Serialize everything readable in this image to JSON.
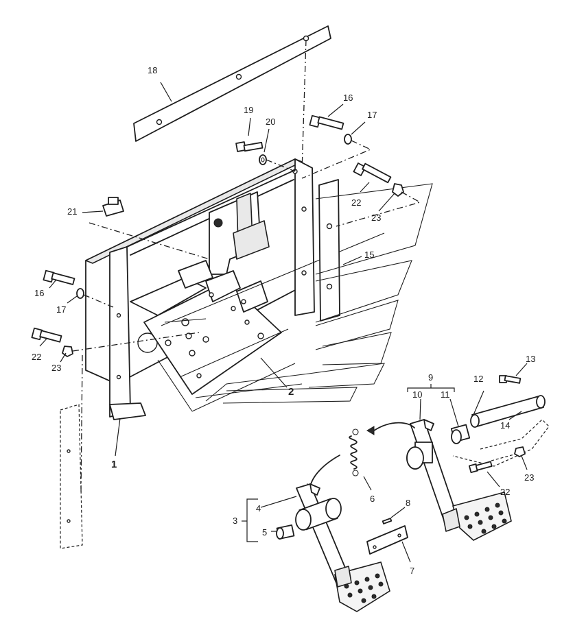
{
  "callouts": {
    "c1": "1",
    "c2": "2",
    "c3": "3",
    "c4": "4",
    "c5": "5",
    "c6": "6",
    "c7": "7",
    "c8": "8",
    "c9": "9",
    "c10": "10",
    "c11": "11",
    "c12": "12",
    "c13": "13",
    "c14": "14",
    "c15": "15",
    "c16a": "16",
    "c16b": "16",
    "c17a": "17",
    "c17b": "17",
    "c18": "18",
    "c19": "19",
    "c20": "20",
    "c21": "21",
    "c22a": "22",
    "c22b": "22",
    "c22c": "22",
    "c23a": "23",
    "c23b": "23",
    "c23c": "23"
  },
  "colors": {
    "line": "#1e1e1e",
    "background": "#ffffff"
  }
}
